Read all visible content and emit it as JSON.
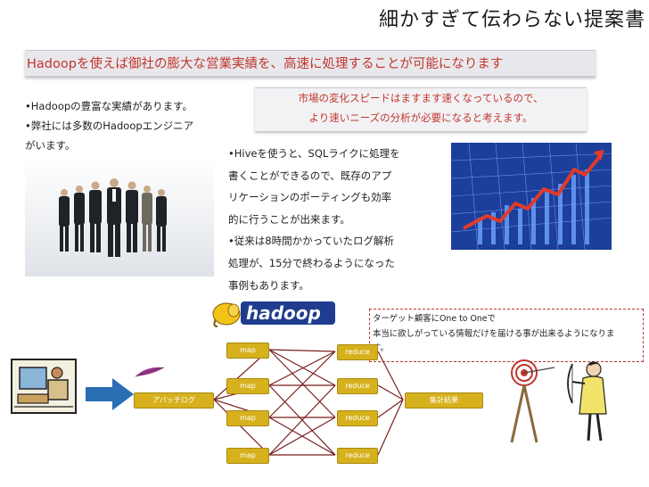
{
  "title": "細かすぎて伝わらない提案書",
  "banner": "Hadoopを使えば御社の膨大な営業実績を、高速に処理することが可能になります",
  "left_bullets": [
    "•Hadoopの豊富な実績があります。",
    "•弊社には多数のHadoopエンジニア",
    "がいます。"
  ],
  "callout_lines": [
    "市場の変化スピードはますます速くなっているので、",
    "より速いニーズの分析が必要になると考えます。"
  ],
  "mid_lines": [
    "•Hiveを使うと、SQLライクに処理を",
    "書くことができるので、既存のアプ",
    "リケーションのポーティングも効率",
    "的に行うことが出来ます。",
    "•従来は8時間かかっていたログ解析",
    "処理が、15分で終わるようになった",
    "事例もあります。"
  ],
  "logo_text": "hadoop",
  "target_lines": [
    "ターゲット顧客にOne to Oneで",
    "本当に欲しがっている情報だけを届ける事が出来るようになりま",
    "す。"
  ],
  "diagram": {
    "source": "アパッチログ",
    "maps": [
      "map",
      "map",
      "map",
      "map"
    ],
    "reduces": [
      "reduce",
      "reduce",
      "reduce",
      "reduce"
    ],
    "result": "集計結果",
    "colors": {
      "node": "#d7b11d",
      "edge": "#7a1f1f",
      "arrow": "#2a6fb3"
    }
  },
  "colors": {
    "accent": "#c1362e"
  }
}
